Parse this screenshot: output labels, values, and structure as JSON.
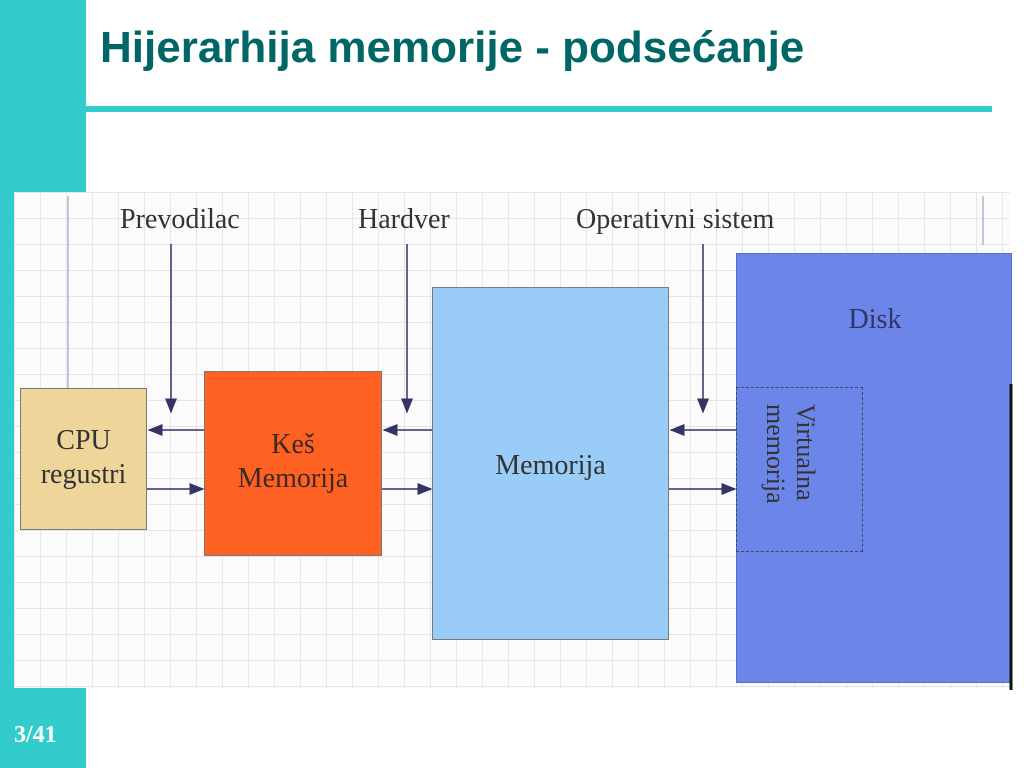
{
  "slide": {
    "title": "Hijerarhija memorije - podsećanje",
    "page_number": "3/41"
  },
  "diagram": {
    "layers": {
      "compiler": "Prevodilac",
      "hardware": "Hardver",
      "os": "Operativni sistem"
    },
    "cpu": {
      "line1": "CPU",
      "line2": "regustri"
    },
    "cache": {
      "line1": "Keš",
      "line2": "Memorija"
    },
    "memory": "Memorija",
    "disk": "Disk",
    "virtual_memory": "Virtualna\nmemorija"
  },
  "colors": {
    "accent": "#33cccc",
    "title": "#006666",
    "cpu": "#eed59a",
    "cache": "#ff6122",
    "memory": "#99ccf7",
    "disk": "#6b86e8",
    "arrow": "#333366"
  }
}
